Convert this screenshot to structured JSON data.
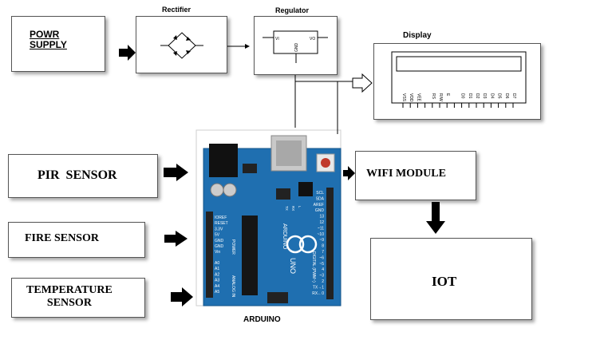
{
  "blocks": {
    "power_supply": "POWR\nSUPPLY",
    "rectifier": "Rectifier",
    "regulator": "Regulator",
    "display": "Display",
    "pir_sensor": "PIR  SENSOR",
    "fire_sensor": "FIRE SENSOR",
    "temperature_sensor": "TEMPERATURE\nSENSOR",
    "wifi_module": "WIFI MODULE",
    "iot": "IOT",
    "arduino": "ARDUINO"
  },
  "regulator_pins": {
    "in": "VI",
    "out": "VO",
    "gnd": "GND"
  },
  "lcd_pins": [
    "VSS",
    "VDD",
    "VEE",
    "",
    "RS",
    "R/W",
    "E",
    "",
    "D0",
    "D1",
    "D2",
    "D3",
    "D4",
    "D5",
    "D6",
    "D7"
  ],
  "arduino_board": {
    "left_header_power": [
      "IOREF",
      "RESET",
      "3.3V",
      "5V",
      "GND",
      "GND",
      "Vin"
    ],
    "left_header_analog": [
      "A0",
      "A1",
      "A2",
      "A3",
      "A4",
      "A5"
    ],
    "power_label": "POWER",
    "analog_label": "ANALOG IN",
    "right_header": [
      "SCL",
      "SDA",
      "AREF",
      "GND",
      "13",
      "12",
      "~11",
      "~10",
      "~9",
      "8",
      "7",
      "~6",
      "~5",
      "4",
      "~3",
      "2",
      "TX→1",
      "RX←0"
    ],
    "digital_label": "DIGITAL (PWM~)",
    "brand": "ARDUINO",
    "model": "UNO",
    "leds": [
      "TX",
      "RX",
      "L"
    ]
  },
  "colors": {
    "board": "#1f6fb0",
    "board_dark": "#15548a",
    "arrow": "#000000"
  }
}
